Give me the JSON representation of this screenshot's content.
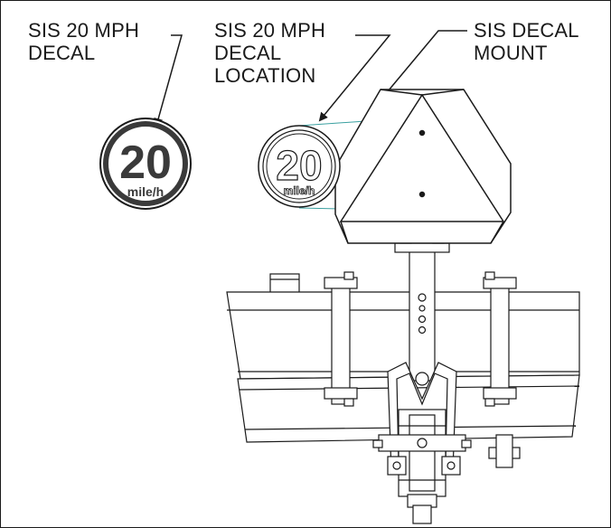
{
  "labels": {
    "decal": [
      "SIS 20 MPH",
      "DECAL"
    ],
    "decal_location": [
      "SIS 20 MPH",
      "DECAL",
      "LOCATION"
    ],
    "decal_mount": [
      "SIS DECAL",
      "MOUNT"
    ]
  },
  "decal": {
    "speed": "20",
    "unit": "mile/h"
  },
  "colors": {
    "ink": "#1a1a1a",
    "decal_fill": "#3a3a3a",
    "location_lines": "#3aa0a0"
  }
}
